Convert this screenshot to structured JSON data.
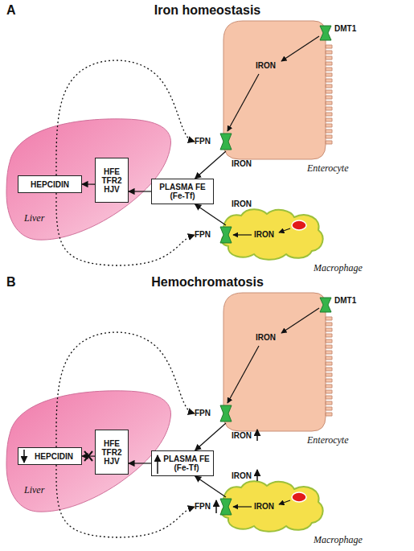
{
  "diagram": {
    "nodes": [
      {
        "text": [
          "Liver"
        ]
      },
      {
        "text": [
          "HEPCIDIN"
        ],
        "in": 0
      },
      {
        "text": [
          "HFE TFR2 HJV"
        ],
        "in": 0
      },
      {
        "text": [
          "PLASMA FE (Fe-Tf)"
        ]
      },
      {
        "text": [
          "Enterocyte"
        ]
      },
      {
        "text": [
          "FPN"
        ]
      },
      {
        "text": [
          "Macrophage"
        ]
      },
      {
        "text": [
          "FPN"
        ]
      },
      {
        "text": [
          "Liver"
        ]
      },
      {
        "text": [
          "HEPCIDIN"
        ],
        "in": 8
      },
      {
        "text": [
          "HFE TFR2 HJV"
        ],
        "in": 8
      },
      {
        "text": [
          "PLASMA FE (Fe-Tf)"
        ]
      },
      {
        "text": [
          "Enterocyte"
        ]
      },
      {
        "text": [
          "FPN"
        ]
      },
      {
        "text": [
          "Macrophage"
        ]
      },
      {
        "text": [
          "FPN"
        ]
      }
    ],
    "edges": [
      {
        "from": 3,
        "to": 2,
        "arrow": "to"
      },
      {
        "from": 2,
        "to": 1,
        "arrow": "to"
      },
      {
        "from": 1,
        "to": 5,
        "arrow": "to"
      },
      {
        "from": 1,
        "to": 7,
        "arrow": "to"
      },
      {
        "from": 5,
        "to": 3,
        "label": "IRON",
        "arrow": "to"
      },
      {
        "from": 7,
        "to": 3,
        "label": "IRON",
        "arrow": "to"
      },
      {
        "from": 11,
        "to": 10,
        "arrow": "to"
      },
      {
        "from": 10,
        "to": 9,
        "arrow": "to"
      },
      {
        "from": 9,
        "to": 13,
        "arrow": "to"
      },
      {
        "from": 9,
        "to": 15,
        "arrow": "to"
      },
      {
        "from": 13,
        "to": 11,
        "label": "IRON",
        "arrow": "to"
      },
      {
        "from": 15,
        "to": 11,
        "label": "IRON",
        "arrow": "to"
      }
    ],
    "labels": [
      "A",
      "Iron homeostasis",
      "DMT1",
      "IRON",
      "IRON",
      "B",
      "Hemochromatosis",
      "DMT1",
      "IRON",
      "IRON"
    ]
  }
}
